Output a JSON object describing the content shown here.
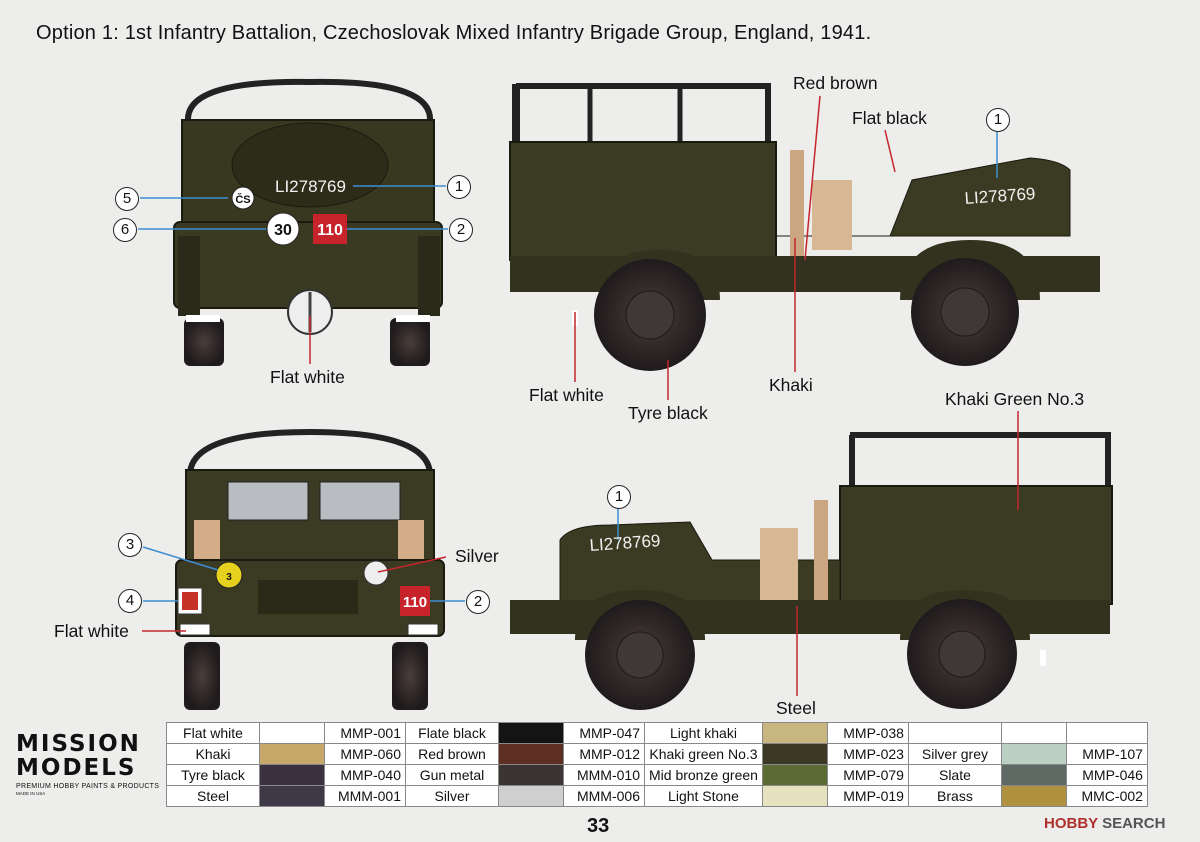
{
  "title": "Option 1: 1st Infantry Battalion, Czechoslovak Mixed Infantry Brigade Group, England, 1941.",
  "registration": "LI278769",
  "insignia": {
    "cs_text": "ČS",
    "bridge_class": "30",
    "unit_code": "110",
    "formation_yellow": "3"
  },
  "labels": {
    "flat_white_rear": "Flat white",
    "red_brown": "Red brown",
    "flat_black": "Flat black",
    "flat_white_side": "Flat white",
    "tyre_black": "Tyre black",
    "khaki": "Khaki",
    "khaki_green": "Khaki Green No.3",
    "silver": "Silver",
    "flat_white_front": "Flat white",
    "steel": "Steel"
  },
  "callouts": {
    "n1": "1",
    "n2": "2",
    "n3": "3",
    "n4": "4",
    "n5": "5",
    "n6": "6"
  },
  "logo": {
    "line1": "MISSION",
    "line2": "MODELS",
    "tagline": "PREMIUM HOBBY PAINTS & PRODUCTS",
    "made_in": "MADE IN USA"
  },
  "paints": [
    [
      {
        "name": "Flat white",
        "color": "#ffffff",
        "code": "MMP-001"
      },
      {
        "name": "Flate black",
        "color": "#141414",
        "code": "MMP-047"
      },
      {
        "name": "Light khaki",
        "color": "#c8b681",
        "code": "MMP-038"
      },
      {
        "name": "",
        "color": "#ffffff",
        "code": ""
      }
    ],
    [
      {
        "name": "Khaki",
        "color": "#c7a86a",
        "code": "MMP-060"
      },
      {
        "name": "Red brown",
        "color": "#5d2e22",
        "code": "MMP-012"
      },
      {
        "name": "Khaki green No.3",
        "color": "#3b3826",
        "code": "MMP-023"
      },
      {
        "name": "Silver grey",
        "color": "#bccfc3",
        "code": "MMP-107"
      }
    ],
    [
      {
        "name": "Tyre black",
        "color": "#3b3140",
        "code": "MMP-040"
      },
      {
        "name": "Gun metal",
        "color": "#3a3433",
        "code": "MMM-010"
      },
      {
        "name": "Mid bronze green",
        "color": "#5b6b33",
        "code": "MMP-079"
      },
      {
        "name": "Slate",
        "color": "#5e6a63",
        "code": "MMP-046"
      }
    ],
    [
      {
        "name": "Steel",
        "color": "#3f3846",
        "code": "MMM-001"
      },
      {
        "name": "Silver",
        "color": "#cfcfcf",
        "code": "MMM-006"
      },
      {
        "name": "Light Stone",
        "color": "#e6e1be",
        "code": "MMP-019"
      },
      {
        "name": "Brass",
        "color": "#b0923e",
        "code": "MMC-002"
      }
    ]
  ],
  "page_number": "33",
  "watermark": {
    "brand": "HOBBY",
    "suffix": "SEARCH"
  }
}
